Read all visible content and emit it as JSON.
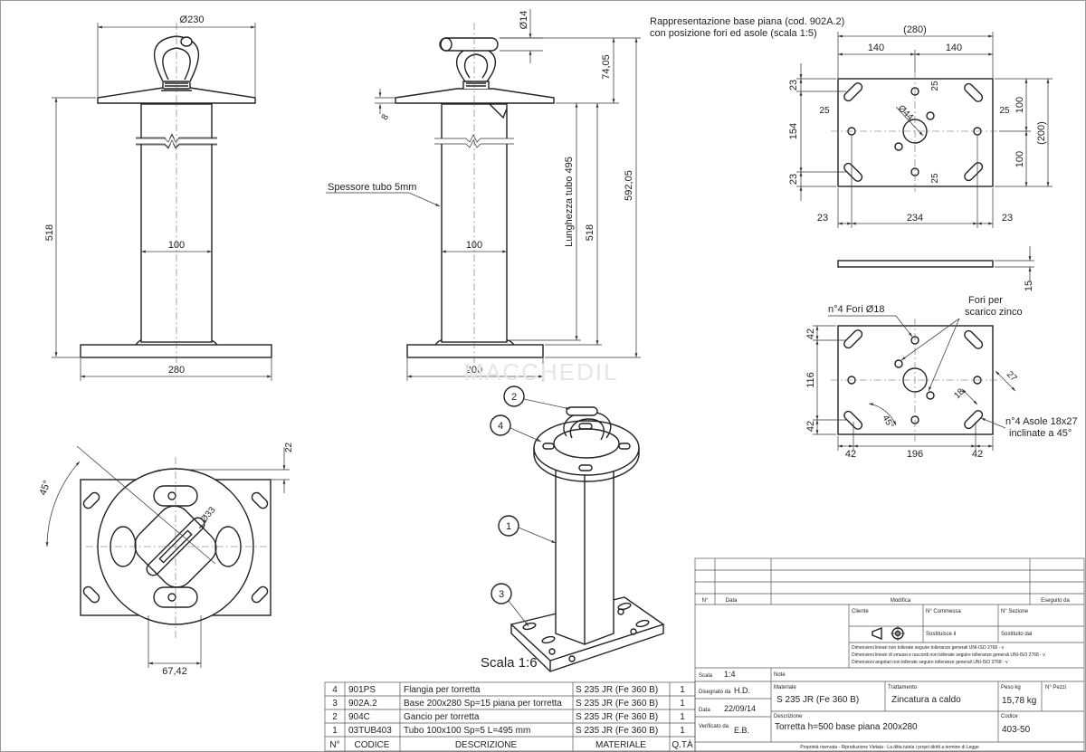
{
  "dims": {
    "front_flange_dia": "Ø230",
    "front_total_h": "518",
    "front_tube_w": "100",
    "front_base_w": "280",
    "side_hook_dia": "Ø14",
    "side_h1": "74,05",
    "side_total": "592,05",
    "side_tube_len": "Lunghezza tubo 495",
    "side_518": "518",
    "side_tube_w": "100",
    "side_base_w": "200",
    "side_flange_t": "8",
    "tube_thickness_note": "Spessore tubo 5mm",
    "top_22": "22",
    "top_33": "Ø33",
    "top_45": "45°",
    "top_6742": "67,42"
  },
  "base_top": {
    "title": "Rappresentazione base piana (cod. 902A.2)",
    "subtitle": "con posizione fori ed asole (scala 1:5)",
    "d280": "(280)",
    "d140a": "140",
    "d140b": "140",
    "d23a": "23",
    "d25a": "25",
    "d25b": "25",
    "d25c": "25",
    "d25d": "25",
    "d44": "Ø44",
    "d154": "154",
    "d100a": "100",
    "d100b": "100",
    "d200": "(200)",
    "d23b": "23",
    "d23c": "23",
    "d234": "234",
    "d23d": "23",
    "d15": "15"
  },
  "base_bottom": {
    "fori_label": "n°4 Fori Ø18",
    "scarico_label1": "Fori per",
    "scarico_label2": "scarico zinco",
    "d42a": "42",
    "d116": "116",
    "d42b": "42",
    "d27": "27",
    "d18": "18",
    "d45": "45°",
    "asole1": "n°4 Asole 18x27",
    "asole2": "inclinate a 45°",
    "d42c": "42",
    "d196": "196",
    "d42d": "42"
  },
  "iso": {
    "scale_label": "Scala 1:6",
    "balloons": [
      "1",
      "2",
      "3",
      "4"
    ]
  },
  "watermark": "MACCHEDIL",
  "bom": {
    "rows": [
      {
        "n": "4",
        "code": "901PS",
        "desc": "Flangia per torretta",
        "mat": "S 235 JR (Fe 360 B)",
        "qty": "1"
      },
      {
        "n": "3",
        "code": "902A.2",
        "desc": "Base 200x280 Sp=15 piana per torretta",
        "mat": "S 235 JR (Fe 360 B)",
        "qty": "1"
      },
      {
        "n": "2",
        "code": "904C",
        "desc": "Gancio per torretta",
        "mat": "S 235 JR (Fe 360 B)",
        "qty": "1"
      },
      {
        "n": "1",
        "code": "03TUB403",
        "desc": "Tubo 100x100 Sp=5 L=495 mm",
        "mat": "S 235 JR (Fe 360 B)",
        "qty": "1"
      }
    ],
    "header": {
      "n": "N°",
      "code": "CODICE",
      "desc": "DESCRIZIONE",
      "mat": "MATERIALE",
      "qty": "Q.TÀ"
    }
  },
  "title_block": {
    "rev_n": "N°",
    "rev_data": "Data",
    "rev_modifica": "Modifica",
    "rev_eseguito": "Eseguito da",
    "cliente": "Cliente",
    "commessa": "N° Commessa",
    "sezione": "N° Sezione",
    "sostituisce": "Sostituisce il",
    "sostituito": "Sostituito dal",
    "note1": "Dimensioni lineari non tollerate seguire tolleranze generali UNI-ISO 2768 - v",
    "note2": "Dimensioni lineari di smussi e raccordi non tollerate seguire tolleranze generali UNI-ISO 2768 - v",
    "note3": "Dimensioni angolari non tollerate seguire tolleranze generali UNI-ISO 2768 - v",
    "scala_lbl": "Scala",
    "scala_val": "1:4",
    "note_lbl": "Note",
    "disegnato_lbl": "Disegnato da",
    "disegnato_val": "H.D.",
    "materiale_lbl": "Materiale",
    "materiale_val": "S 235 JR (Fe 360 B)",
    "trattamento_lbl": "Trattamento",
    "trattamento_val": "Zincatura a caldo",
    "peso_lbl": "Peso kg",
    "peso_val": "15,78 kg",
    "pezzi_lbl": "N° Pezzi",
    "data_lbl": "Data",
    "data_val": "22/09/14",
    "verificato_lbl": "Verificato da",
    "verificato_val": "E.B.",
    "descrizione_lbl": "Descrizione",
    "descrizione_val": "Torretta h=500 base piana 200x280",
    "codice_lbl": "Codice",
    "codice_val": "403-50",
    "footer": "Proprietà riservata - Riproduzione Vietata - La ditta tutela i propri diritti a termine di Legge"
  }
}
